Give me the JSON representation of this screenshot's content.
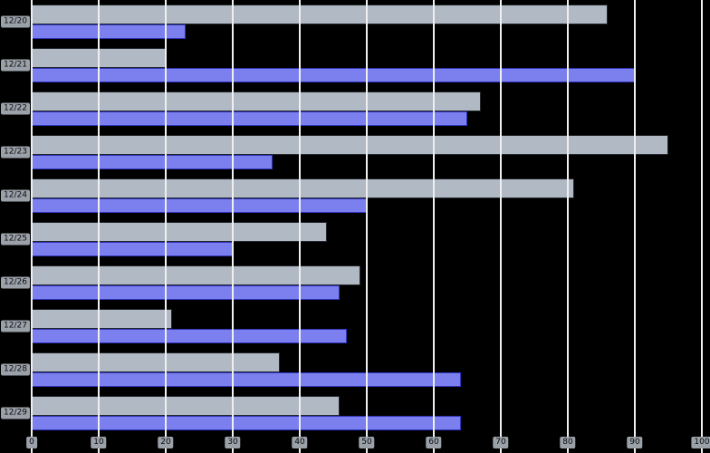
{
  "chart_data": {
    "type": "bar",
    "orientation": "horizontal",
    "title": "",
    "xlabel": "",
    "ylabel": "",
    "categories": [
      "12/20",
      "12/21",
      "12/22",
      "12/23",
      "12/24",
      "12/25",
      "12/26",
      "12/27",
      "12/28",
      "12/29"
    ],
    "series": [
      {
        "name": "gray-series",
        "color": "#b1b9c4",
        "border_color": "#23262b",
        "values": [
          86,
          20,
          67,
          95,
          81,
          44,
          49,
          21,
          37,
          46
        ]
      },
      {
        "name": "blue-series",
        "color": "#7b80ee",
        "border_color": "#2f33b8",
        "values": [
          23,
          90,
          65,
          36,
          50,
          30,
          46,
          47,
          64,
          64
        ]
      }
    ],
    "xlim": [
      0,
      100
    ],
    "xticks": [
      0,
      10,
      20,
      30,
      40,
      50,
      60,
      70,
      80,
      90,
      100
    ],
    "grid": "vertical",
    "gridline_color": "#efefef",
    "background_color": "#000000",
    "tick_label_background": "#9aa1a9",
    "tick_label_color": "#0c0c0c",
    "legend": "none"
  }
}
